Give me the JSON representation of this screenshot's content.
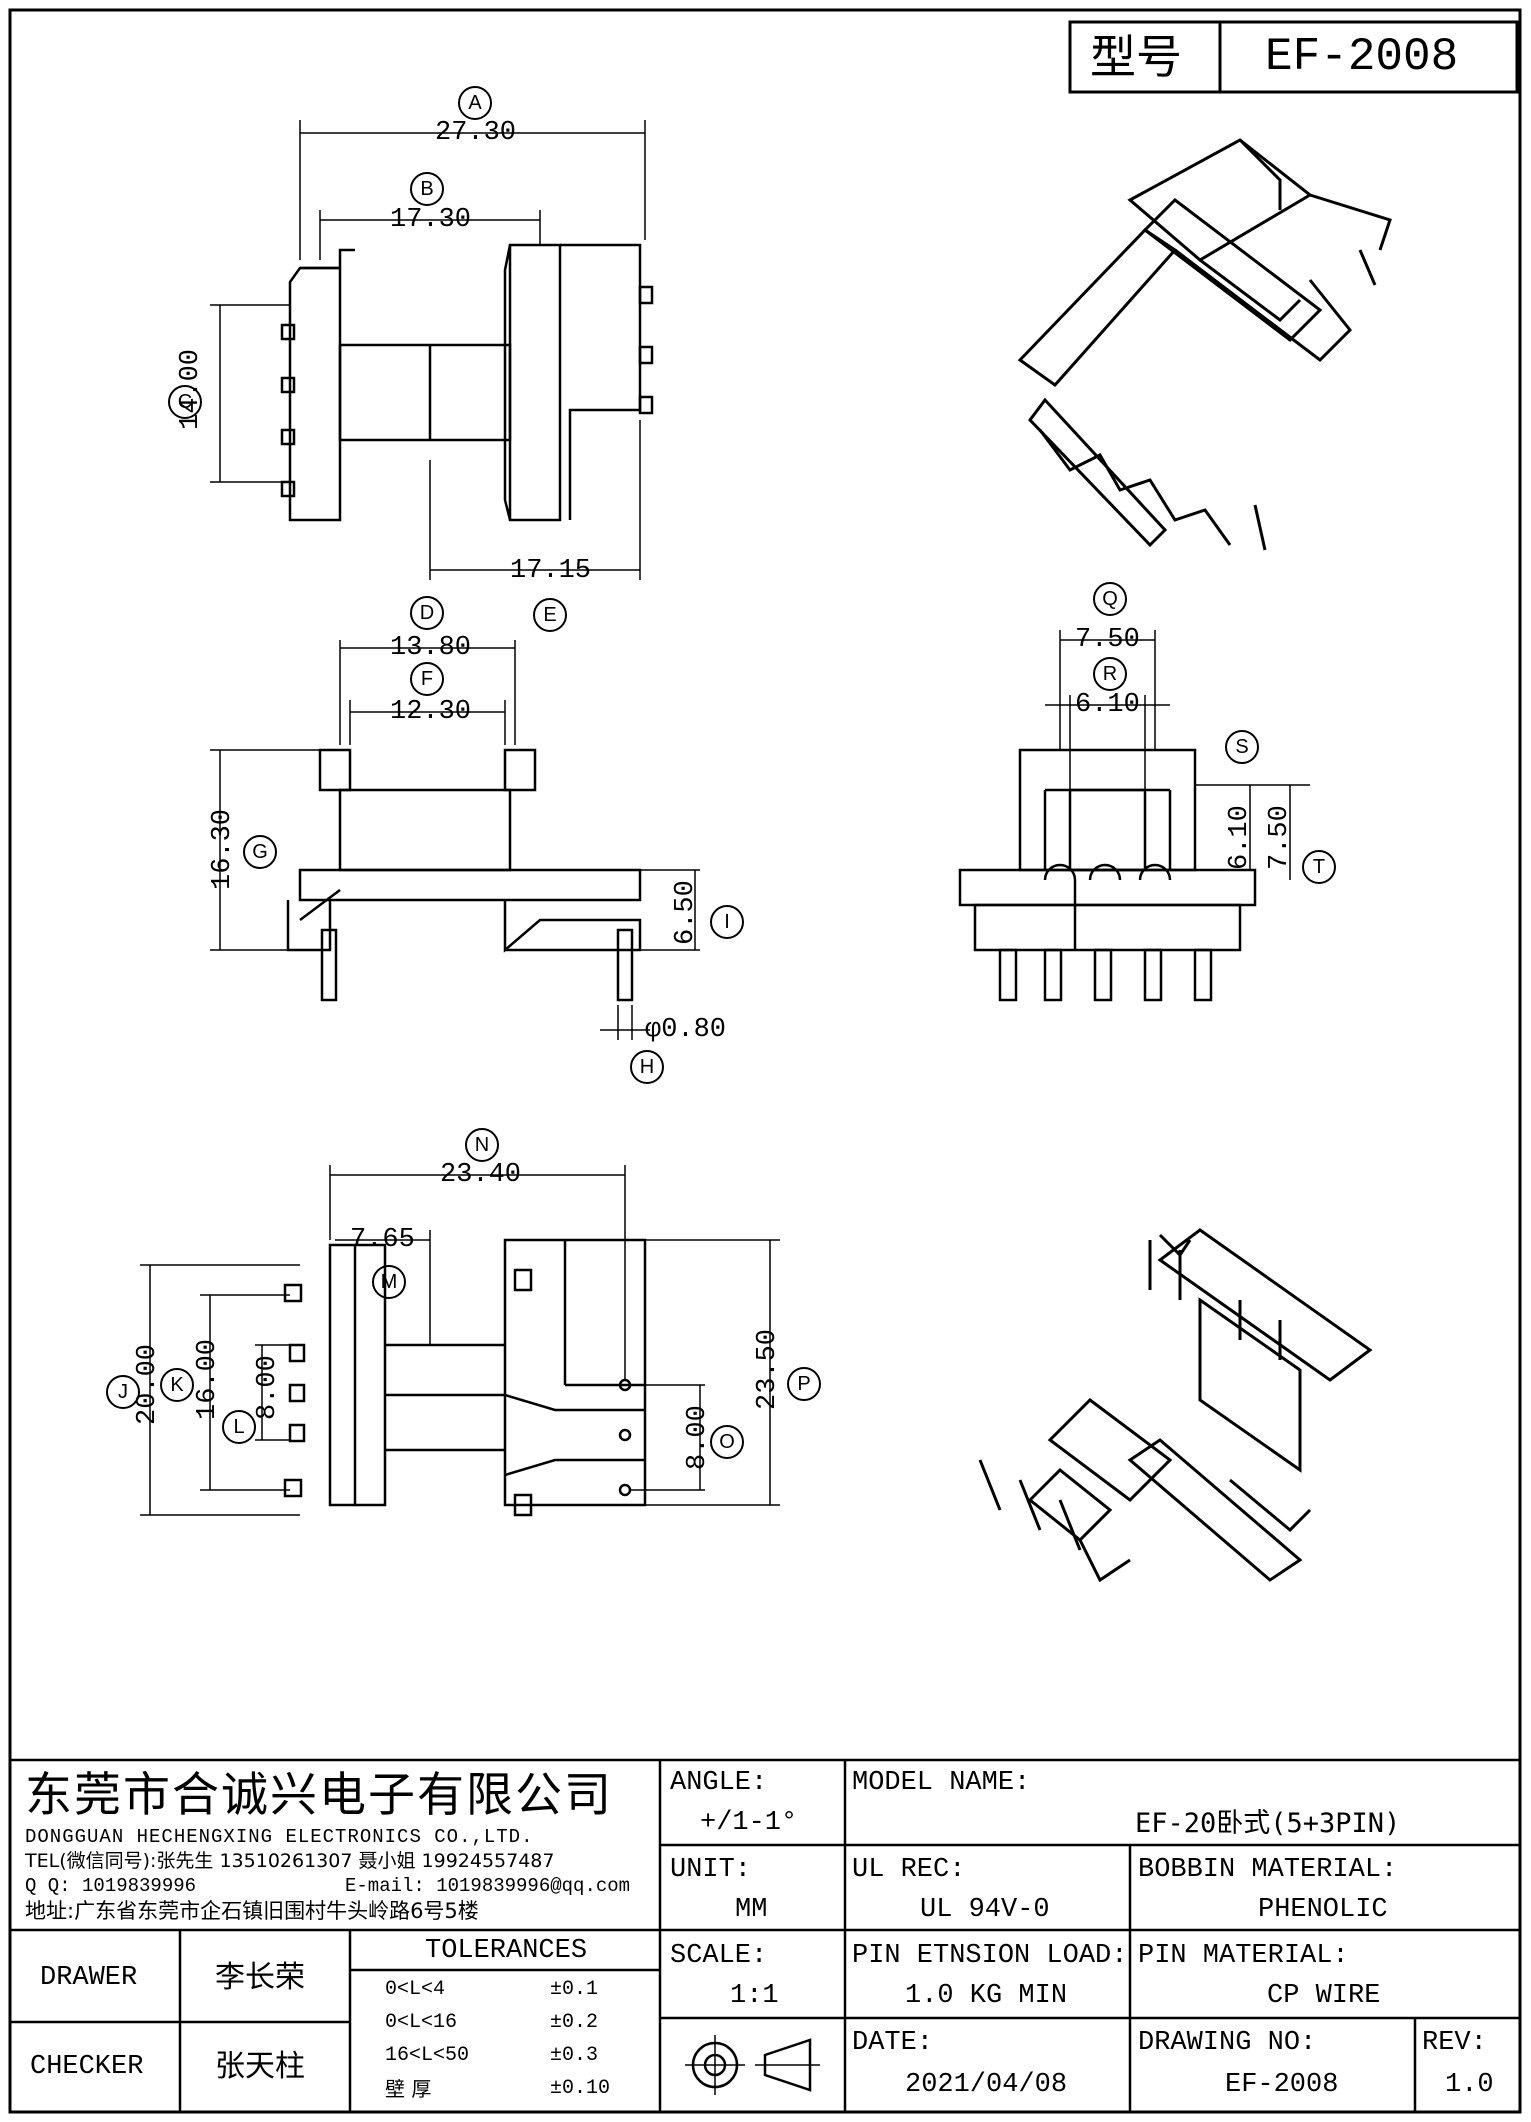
{
  "header": {
    "model_label": "型号",
    "model_value": "EF-2008"
  },
  "dims": {
    "A": "27.30",
    "B": "17.30",
    "C": "14.00",
    "E_val": "17.15",
    "D": "13.80",
    "F": "12.30",
    "G": "16.30",
    "I": "6.50",
    "H": "φ0.80",
    "Q": "7.50",
    "R": "6.10",
    "S_val": "6.10",
    "T": "7.50",
    "N": "23.40",
    "M": "7.65",
    "J": "20.00",
    "K": "16.00",
    "L": "8.00",
    "O": "8.00",
    "P": "23.50"
  },
  "callouts": [
    "A",
    "B",
    "C",
    "D",
    "E",
    "F",
    "G",
    "H",
    "I",
    "Q",
    "R",
    "S",
    "T",
    "N",
    "M",
    "J",
    "K",
    "L",
    "O",
    "P"
  ],
  "company": {
    "name_cn": "东莞市合诚兴电子有限公司",
    "name_en": "DONGGUAN HECHENGXING ELECTRONICS CO.,LTD.",
    "tel": "TEL(微信同号):张先生 13510261307 聂小姐 19924557487",
    "qq": "Q Q: 1019839996",
    "email": "E-mail: 1019839996@qq.com",
    "address": "地址:广东省东莞市企石镇旧围村牛头岭路6号5楼"
  },
  "title_block": {
    "angle_label": "ANGLE:",
    "angle_value": "+/1-1°",
    "unit_label": "UNIT:",
    "unit_value": "MM",
    "scale_label": "SCALE:",
    "scale_value": "1:1",
    "model_name_label": "MODEL NAME:",
    "model_name_value": "EF-20卧式(5+3PIN)",
    "ul_rec_label": "UL REC:",
    "ul_rec_value": "UL 94V-0",
    "bobbin_material_label": "BOBBIN MATERIAL:",
    "bobbin_material_value": "PHENOLIC",
    "pin_load_label": "PIN ETNSION LOAD:",
    "pin_load_value": "1.0 KG MIN",
    "pin_material_label": "PIN MATERIAL:",
    "pin_material_value": "CP WIRE",
    "date_label": "DATE:",
    "date_value": "2021/04/08",
    "drawing_no_label": "DRAWING NO:",
    "drawing_no_value": "EF-2008",
    "rev_label": "REV:",
    "rev_value": "1.0",
    "drawer_label": "DRAWER",
    "drawer_value": "李长荣",
    "checker_label": "CHECKER",
    "checker_value": "张天柱",
    "tolerances_label": "TOLERANCES",
    "tol_rows": [
      {
        "range": "0<L<4",
        "tol": "±0.1"
      },
      {
        "range": "0<L<16",
        "tol": "±0.2"
      },
      {
        "range": "16<L<50",
        "tol": "±0.3"
      },
      {
        "range": "壁   厚",
        "tol": "±0.10"
      }
    ]
  }
}
